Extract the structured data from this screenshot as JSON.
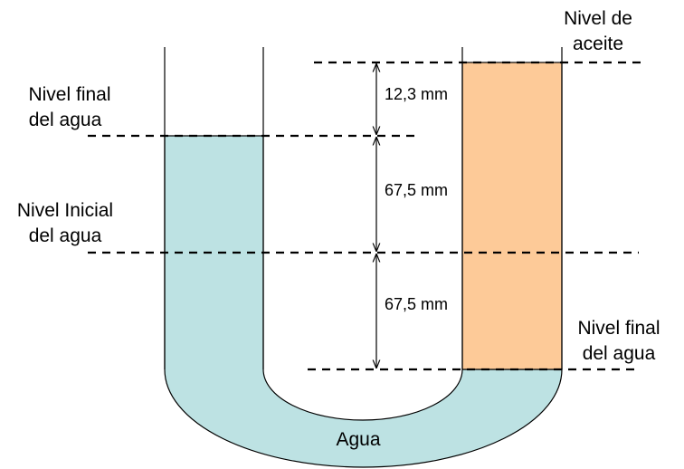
{
  "labels": {
    "oil_level_line1": "Nivel de",
    "oil_level_line2": "aceite",
    "final_water_left_line1": "Nivel final",
    "final_water_left_line2": "del agua",
    "initial_water_line1": "Nivel Inicial",
    "initial_water_line2": "del agua",
    "final_water_right_line1": "Nivel final",
    "final_water_right_line2": "del agua",
    "water": "Agua"
  },
  "measurements": {
    "top": "12,3 mm",
    "middle": "67,5 mm",
    "bottom": "67,5 mm"
  },
  "colors": {
    "water": "#bde2e3",
    "oil": "#fdca98",
    "lines": "#000000"
  }
}
